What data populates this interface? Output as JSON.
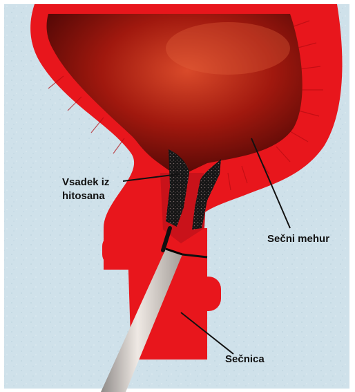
{
  "labels": {
    "implant_line1": "Vsadek iz",
    "implant_line2": "hitosana",
    "bladder": "Sečni mehur",
    "urethra": "Sečnica"
  }
}
